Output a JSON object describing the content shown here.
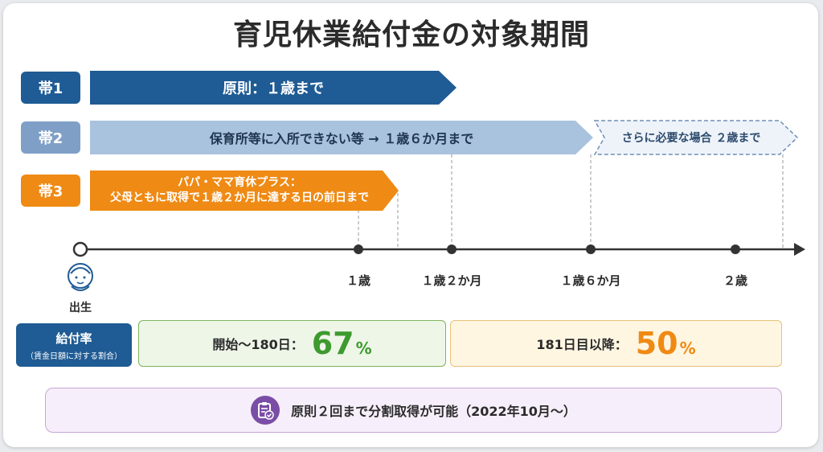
{
  "title": "育児休業給付金の対象期間",
  "bands": [
    {
      "label": "帯1",
      "text": "原則：１歳まで",
      "color": "#1f5b94"
    },
    {
      "label": "帯2",
      "text": "保育所等に入所できない等 → １歳６か月まで",
      "extension": "さらに必要な場合 ２歳まで",
      "color": "#7f9fc7"
    },
    {
      "label": "帯3",
      "line1": "パパ・ママ育休プラス：",
      "line2": "父母ともに取得で１歳２か月に達する日の前日まで",
      "color": "#ef8a14"
    }
  ],
  "timeline": {
    "start_label": "出生",
    "ticks": [
      "１歳",
      "１歳２か月",
      "１歳６か月",
      "２歳"
    ]
  },
  "rate": {
    "label": "給付率",
    "sublabel": "（賃金日額に対する割合）",
    "periods": [
      {
        "text": "開始～180日：",
        "value": "67",
        "unit": "%"
      },
      {
        "text": "181日目以降：",
        "value": "50",
        "unit": "%"
      }
    ]
  },
  "note": {
    "icon": "clipboard-check-icon",
    "text": "原則２回まで分割取得が可能（2022年10月～）"
  }
}
